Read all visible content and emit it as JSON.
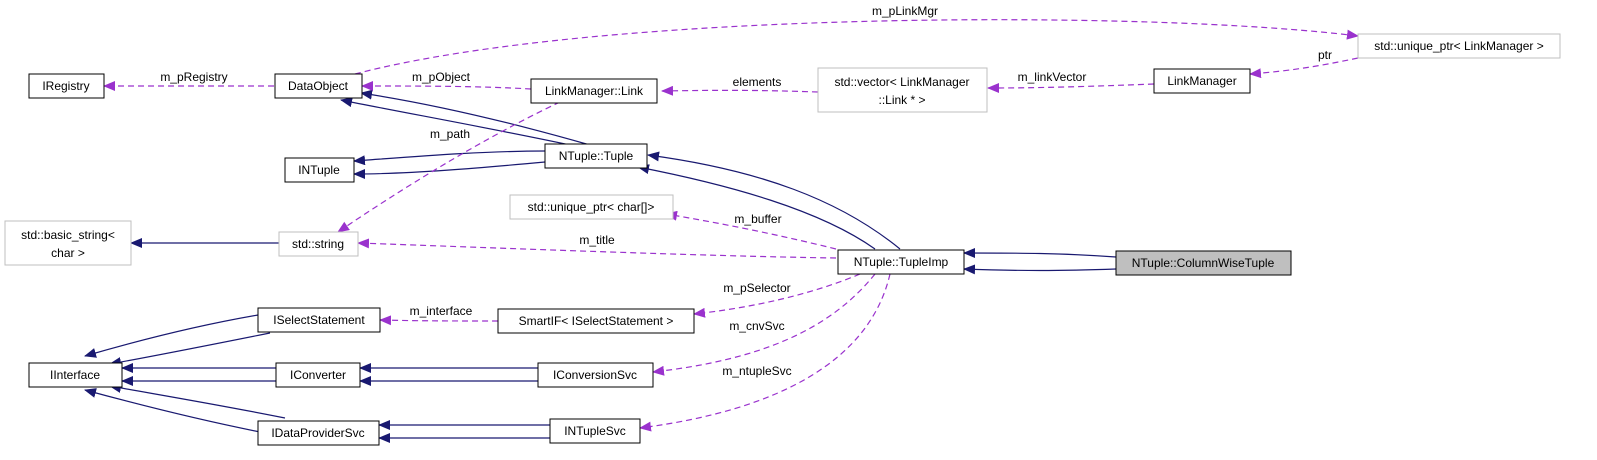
{
  "diagram": {
    "colors": {
      "inheritance": "#191970",
      "usage": "#9a32cd",
      "highlight_fill": "#bfbfbf",
      "undocumented_border": "#bfbfbf"
    },
    "nodes": {
      "ntuple_columnwisetuple": "NTuple::ColumnWiseTuple",
      "ntuple_tupleimp": "NTuple::TupleImp",
      "ntuple_tuple": "NTuple::Tuple",
      "dataobject": "DataObject",
      "iregistry": "IRegistry",
      "intuple": "INTuple",
      "linkmanager_link": "LinkManager::Link",
      "std_vector_line1": "std::vector< LinkManager",
      "std_vector_line2": "::Link * >",
      "linkmanager": "LinkManager",
      "std_unique_ptr_linkmanager": "std::unique_ptr< LinkManager >",
      "std_unique_ptr_char": "std::unique_ptr< char[]>",
      "std_string": "std::string",
      "std_basic_string_line1": "std::basic_string<",
      "std_basic_string_line2": "char >",
      "iselectstatement": "ISelectStatement",
      "smartif_iselectstatement": "SmartIF< ISelectStatement >",
      "iinterface": "IInterface",
      "iconverter": "IConverter",
      "iconversionsvc": "IConversionSvc",
      "idataprovidersvc": "IDataProviderSvc",
      "intuplesvc": "INTupleSvc"
    },
    "edge_labels": {
      "m_pLinkMgr": "m_pLinkMgr",
      "m_pRegistry": "m_pRegistry",
      "m_pObject": "m_pObject",
      "elements": "elements",
      "m_linkVector": "m_linkVector",
      "ptr": "ptr",
      "m_path": "m_path",
      "m_buffer": "m_buffer",
      "m_title": "m_title",
      "m_pSelector": "m_pSelector",
      "m_interface": "m_interface",
      "m_cnvSvc": "m_cnvSvc",
      "m_ntupleSvc": "m_ntupleSvc"
    }
  }
}
